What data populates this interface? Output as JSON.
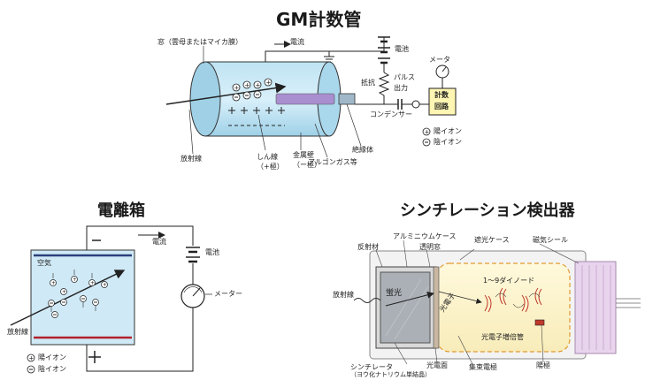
{
  "gm": {
    "title": "GM計数管",
    "window": "窓（雲母またはマイカ膜）",
    "current": "電流",
    "battery": "電池",
    "meter": "メータ",
    "resistor": "抵抗",
    "pulse": "パルス",
    "output": "出力",
    "counter1": "計数",
    "counter2": "回路",
    "capacitor": "コンデンサー",
    "radiation": "放射線",
    "wire1": "しん線",
    "wire2": "（+極）",
    "wall1": "金属壁",
    "wall2": "（ー極）",
    "argon": "アルゴンガス等",
    "insulator": "絶縁体",
    "legend_pos": "陽イオン",
    "legend_neg": "陰イオン"
  },
  "ion": {
    "title": "電離箱",
    "air": "空気",
    "current": "電流",
    "battery": "電池",
    "meter": "メーター",
    "radiation": "放射線",
    "legend_pos": "陽イオン",
    "legend_neg": "陰イオン"
  },
  "scint": {
    "title": "シンチレーション検出器",
    "reflector": "反射材",
    "aluminum_case": "アルミニウムケース",
    "transparent_window": "透明窓",
    "shield_case": "遮光ケース",
    "magnetic_seal": "磁気シール",
    "fluorescence": "蛍光",
    "dynode": "1〜9ダイノード",
    "radiation": "放射線",
    "photoelectron": "光電子",
    "pmt": "光電子増倍管",
    "scintillator1": "シンチレータ",
    "scintillator2": "（ヨウ化ナトリウム単結晶）",
    "photocathode": "光電面",
    "focus_electrode": "集束電極",
    "anode": "陽極"
  }
}
